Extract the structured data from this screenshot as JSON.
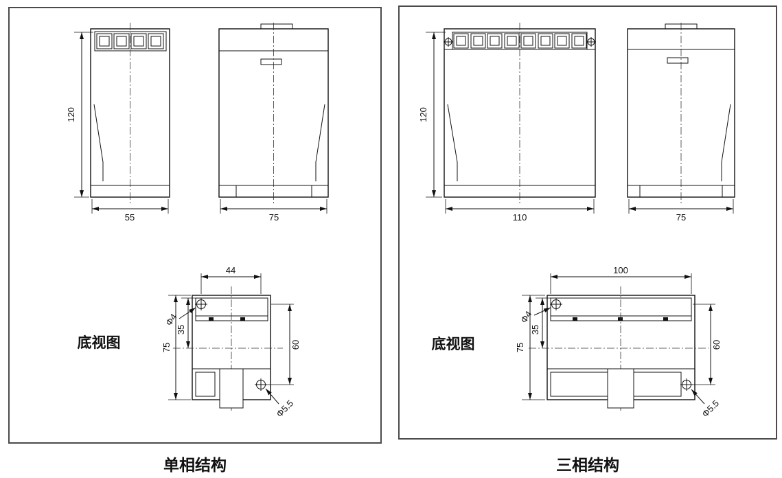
{
  "page": {
    "background": "#ffffff",
    "line_color": "#111111",
    "panel_border": "#4a4a4a"
  },
  "panels": [
    {
      "caption": "单相结构",
      "front_view": {
        "height_dim": "120",
        "width_dim": "55"
      },
      "side_view": {
        "width_dim": "75"
      },
      "bottom_view": {
        "label": "底视图",
        "hole_span_width_dim": "44",
        "depth_dim": "75",
        "center_offset_dim": "35",
        "hole_span_height_dim": "60",
        "top_hole_dia": "Φ4",
        "bottom_hole_dia": "Φ5.5"
      }
    },
    {
      "caption": "三相结构",
      "front_view": {
        "height_dim": "120",
        "width_dim": "110"
      },
      "side_view": {
        "width_dim": "75"
      },
      "bottom_view": {
        "label": "底视图",
        "hole_span_width_dim": "100",
        "depth_dim": "75",
        "center_offset_dim": "35",
        "hole_span_height_dim": "60",
        "top_hole_dia": "Φ4",
        "bottom_hole_dia": "Φ5.5"
      }
    }
  ]
}
